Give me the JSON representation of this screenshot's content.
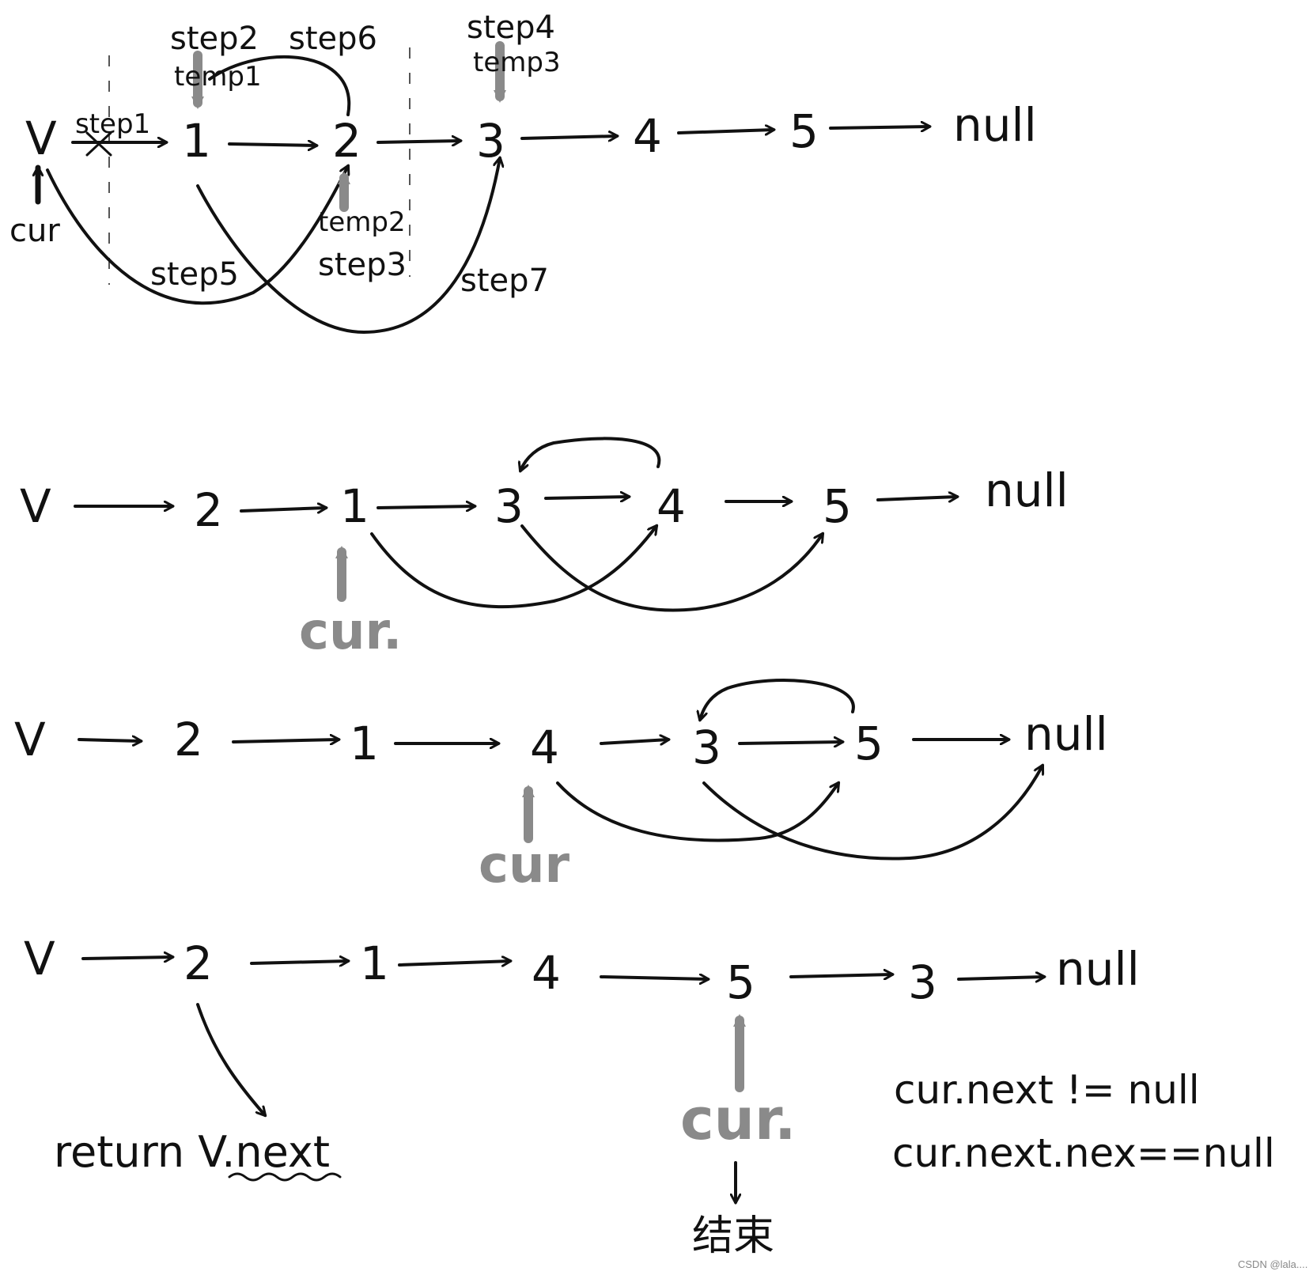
{
  "row1": {
    "nodes": [
      "V",
      "1",
      "2",
      "3",
      "4",
      "5",
      "null"
    ],
    "cur_label": "cur",
    "step_labels": {
      "step1": "step1",
      "step2": "step2",
      "step3": "step3",
      "step4": "step4",
      "step5": "step5",
      "step6": "step6",
      "step7": "step7"
    },
    "temp_labels": {
      "temp1": "temp1",
      "temp2": "temp2",
      "temp3": "temp3"
    }
  },
  "row2": {
    "nodes": [
      "V",
      "2",
      "1",
      "3",
      "4",
      "5",
      "null"
    ],
    "cur_label": "cur."
  },
  "row3": {
    "nodes": [
      "V",
      "2",
      "1",
      "4",
      "3",
      "5",
      "null"
    ],
    "cur_label": "cur"
  },
  "row4": {
    "nodes": [
      "V",
      "2",
      "1",
      "4",
      "5",
      "3",
      "null"
    ],
    "cur_label": "cur.",
    "return_text": "return V.next",
    "condition1": "cur.next != null",
    "condition2": "cur.next.nex==null",
    "end_text": "结束"
  },
  "watermark": "CSDN @lala...."
}
